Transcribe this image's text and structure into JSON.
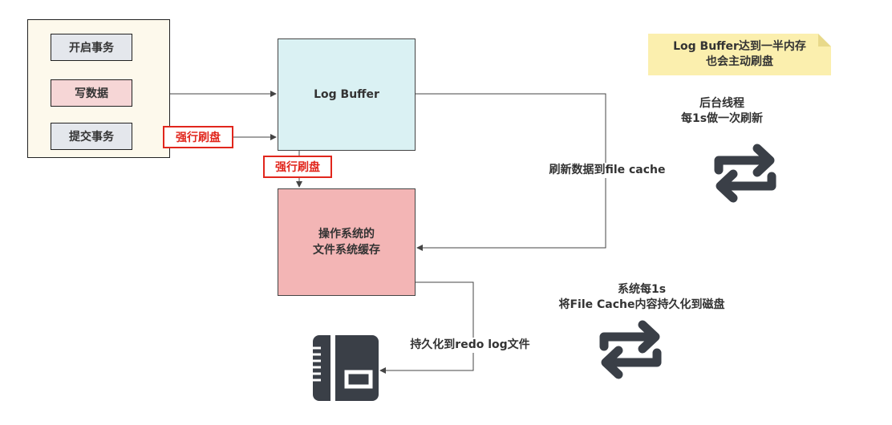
{
  "panel": {
    "start_tx": "开启事务",
    "write_data": "写数据",
    "commit_tx": "提交事务"
  },
  "log_buffer": "Log Buffer",
  "os_cache": {
    "line1": "操作系统的",
    "line2": "文件系统缓存"
  },
  "force_flush_1": "强行刷盘",
  "force_flush_2": "强行刷盘",
  "flush_to_cache": "刷新数据到file cache",
  "persist_to_redo": "持久化到redo log文件",
  "note": {
    "line1": "Log Buffer达到一半内存",
    "line2": "也会主动刷盘"
  },
  "background_thread": {
    "line1": "后台线程",
    "line2": "每1s做一次刷新"
  },
  "system_every_1s": {
    "line1": "系统每1s",
    "line2": "将File Cache内容持久化到磁盘"
  },
  "icons": {
    "refresh_1": "refresh-icon",
    "refresh_2": "refresh-icon",
    "disk": "file-storage-icon"
  },
  "colors": {
    "panel_bg": "#fdf9ec",
    "log_buffer_bg": "#daf1f3",
    "os_cache_bg": "#f3b5b5",
    "note_bg": "#fbefae",
    "highlight": "#e1261c",
    "icon": "#3a3f47"
  }
}
